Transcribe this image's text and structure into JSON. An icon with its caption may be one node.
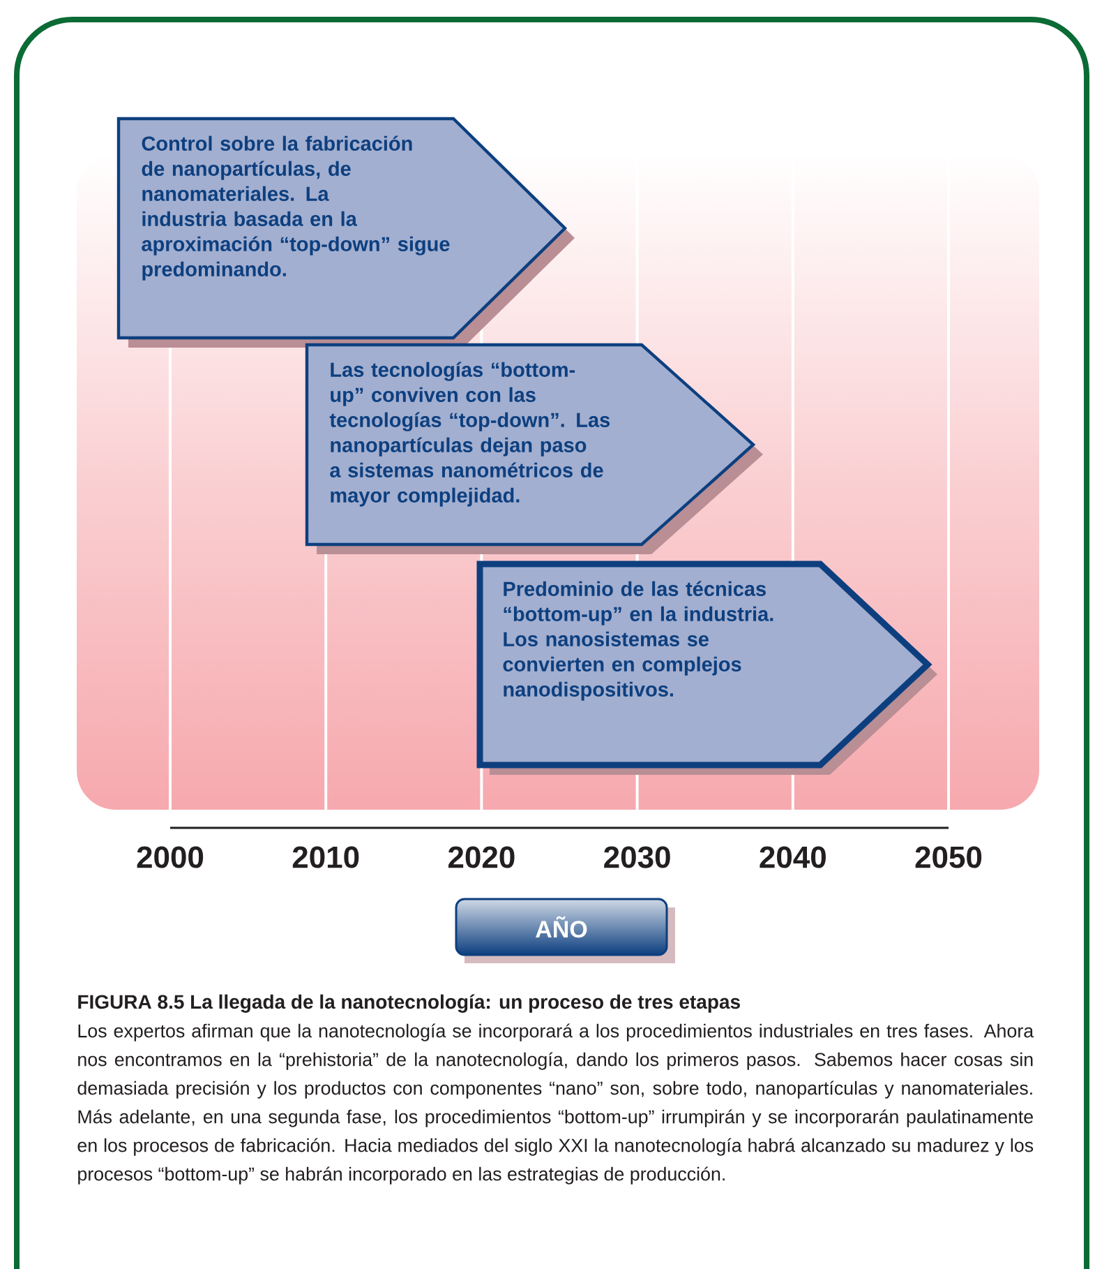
{
  "diagram": {
    "title": "FIGURA 8.5 La llegada de la nanotecnología: un proceso de tres etapas",
    "caption": "Los expertos afirman que la nanotecnología se incorporará a los procedimientos industriales en tres fases. Ahora nos encontramos en la “prehistoria” de la nanotecnología, dando los primeros pasos. Sabemos hacer cosas sin demasiada precisión y los productos con componentes “nano” son, sobre todo, nanopartículas y nanomateriales. Más adelante, en una segunda fase, los procedimientos “bottom-up” irrumpirán y se incorporarán paulatinamente en los procesos de fabricación. Hacia mediados del siglo XXI la nanotecnología habrá alcanzado su madurez y los procesos “bottom-up” se habrán incorporado en las estrategias de producción.",
    "nodes": [
      {
        "text": [
          "Control sobre la fabricación de nanopartículas, de nanomateriales.  La industria basada en la aproximación “top-down” sigue predominando."
        ]
      },
      {
        "text": [
          "Las tecnologías “bottom-up” conviven con las tecnologías “top-down”. Las nanopartículas dejan paso a sistemas nanométricos de mayor complejidad."
        ]
      },
      {
        "text": [
          "Predominio de las técnicas “bottom-up” en la industria. Los nanosistemas se convierten en complejos nanodispositivos."
        ]
      },
      {
        "text": [
          "AÑO"
        ]
      }
    ],
    "labels": [
      "2000",
      "2010",
      "2020",
      "2030",
      "2040",
      "2050"
    ]
  }
}
